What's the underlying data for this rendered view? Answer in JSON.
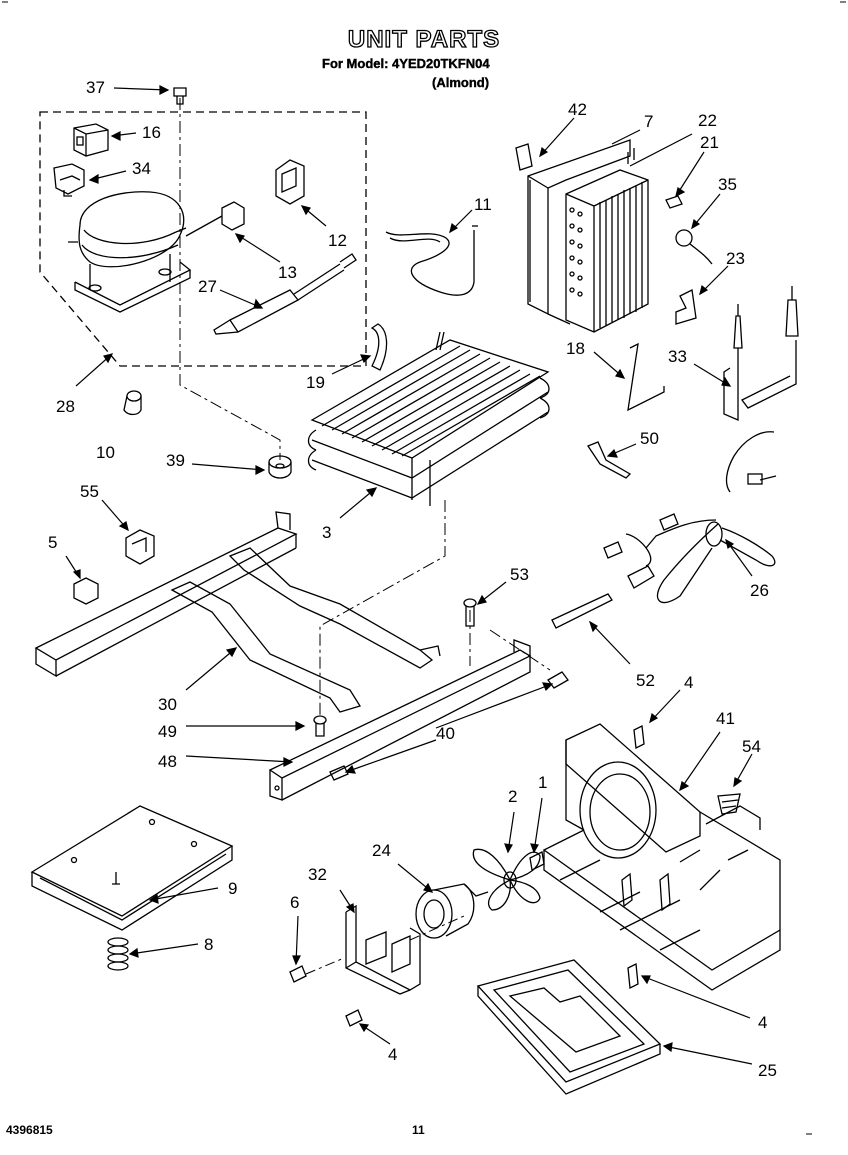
{
  "title": "UNIT PARTS",
  "model_line": "For Model: 4YED20TKFN04",
  "color_line": "(Almond)",
  "footer_doc_number": "4396815",
  "footer_page": "11",
  "callouts": [
    "37",
    "16",
    "34",
    "12",
    "13",
    "27",
    "28",
    "10",
    "39",
    "55",
    "5",
    "42",
    "7",
    "22",
    "21",
    "35",
    "23",
    "11",
    "18",
    "33",
    "19",
    "3",
    "50",
    "26",
    "53",
    "52",
    "30",
    "49",
    "48",
    "40",
    "4",
    "41",
    "54",
    "2",
    "1",
    "24",
    "32",
    "6",
    "9",
    "8",
    "25"
  ]
}
